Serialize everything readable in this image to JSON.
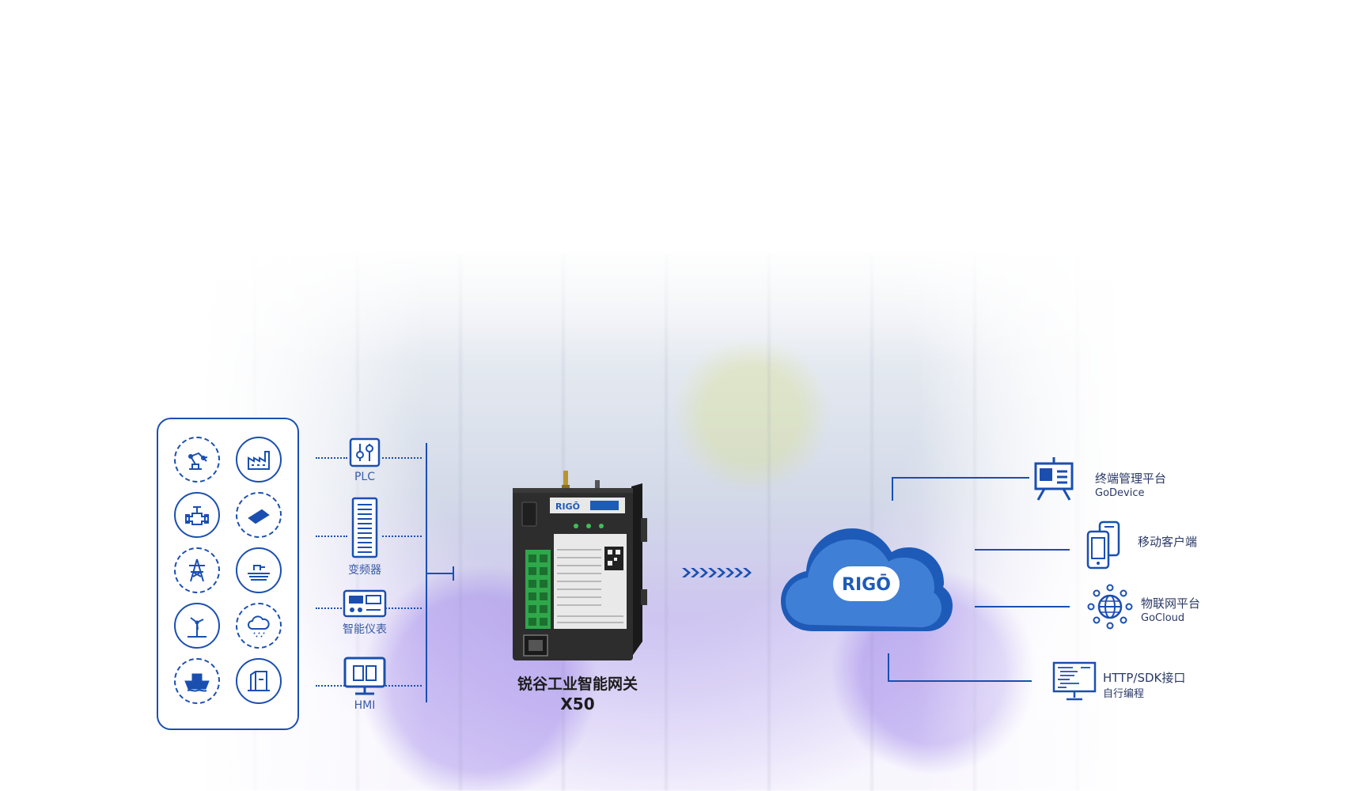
{
  "protocols": {
    "plc": "PLC",
    "vfd": "变频器",
    "meter": "智能仪表",
    "hmi": "HMI"
  },
  "gateway": {
    "title": "锐谷工业智能网关",
    "model": "X50",
    "brand": "RIGŌ"
  },
  "cloud": {
    "logo": "RIGŌ"
  },
  "platforms": {
    "terminal": {
      "label": "终端管理平台",
      "sub": "GoDevice"
    },
    "mobile": {
      "label": "移动客户端"
    },
    "iot": {
      "label": "物联网平台",
      "sub": "GoCloud"
    },
    "api": {
      "label": "HTTP/SDK接口",
      "sub": "自行编程"
    }
  },
  "colors": {
    "primary_blue": "#1a4fb0",
    "cloud_blue": "#1e5bb8",
    "gateway_body": "#2b2b2b",
    "terminal_green": "#2fa84a"
  },
  "device_icons": [
    "robot-arm-icon",
    "factory-icon",
    "pipe-valve-icon",
    "conveyor-icon",
    "power-tower-icon",
    "field-icon",
    "wind-turbine-icon",
    "weather-cloud-icon",
    "ship-icon",
    "tank-icon"
  ]
}
